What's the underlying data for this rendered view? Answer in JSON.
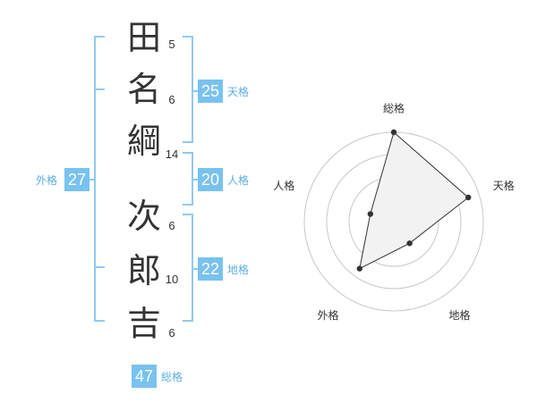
{
  "name": {
    "chars": [
      "田",
      "名",
      "綱",
      "次",
      "郎",
      "吉"
    ],
    "strokes": [
      "5",
      "6",
      "14",
      "6",
      "10",
      "6"
    ]
  },
  "kaku": {
    "tenkaku": {
      "value": "25",
      "label": "天格"
    },
    "jinkaku": {
      "value": "20",
      "label": "人格"
    },
    "chikaku": {
      "value": "22",
      "label": "地格"
    },
    "gaikaku": {
      "value": "27",
      "label": "外格"
    },
    "soukaku": {
      "value": "47",
      "label": "総格"
    }
  },
  "colors": {
    "accent": "#78c2f0",
    "bracket": "#8fcaf2",
    "text": "#333333",
    "radar_fill": "#f2f2f2",
    "radar_grid": "#c8c8c8"
  },
  "chart_data": {
    "type": "radar",
    "axes": [
      "総格",
      "天格",
      "地格",
      "外格",
      "人格"
    ],
    "values": [
      4,
      3.5,
      1.2,
      2.6,
      1.1
    ],
    "rmax": 4,
    "rings": 4,
    "title": ""
  }
}
